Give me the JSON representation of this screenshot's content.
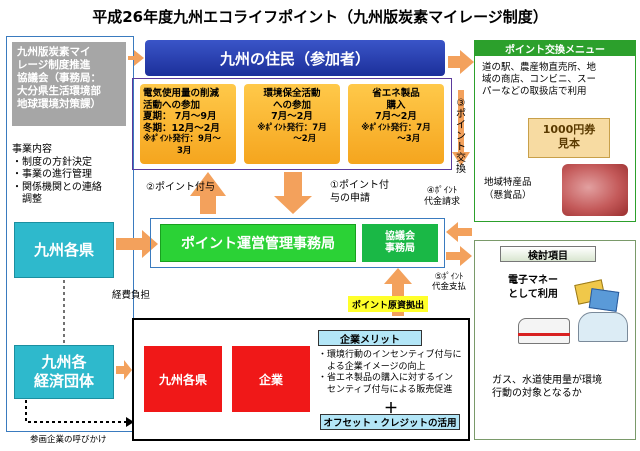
{
  "title": "平成26年度九州エコライフポイント（九州版炭素マイレージ制度）",
  "left": {
    "council_lines": [
      "九州版炭素マイ",
      "レージ制度推進",
      "協議会（事務局：",
      "大分県生活環境部",
      "地球環境対策課）"
    ],
    "business_lines": [
      "事業内容",
      "・制度の方針決定",
      "・事業の進行管理",
      "・関係機関との連絡",
      "　調整"
    ],
    "prefectures": "九州各県",
    "econ_lines": [
      "九州各",
      "経済団体"
    ],
    "call_label": "参画企業の呼びかけ",
    "cost_label": "経費負担"
  },
  "banner": "九州の住民（参加者）",
  "activities": [
    {
      "lines": [
        "電気使用量の削減",
        "活動への参加",
        "夏期： 7月～9月",
        "冬期：12月～2月"
      ],
      "notes": [
        "※ﾎﾟｲﾝﾄ発行：9月～",
        "　　　　3月"
      ]
    },
    {
      "lines": [
        "環境保全活動",
        "への参加",
        "7月～2月"
      ],
      "notes": [
        "※ﾎﾟｲﾝﾄ発行：7月",
        "　　　～2月"
      ]
    },
    {
      "lines": [
        "省エネ製品",
        "購入",
        "7月～2月"
      ],
      "notes": [
        "※ﾎﾟｲﾝﾄ発行：7月",
        "　　　～3月"
      ]
    }
  ],
  "flow": {
    "grant": "②ポイント付与",
    "apply": [
      "①ポイント付",
      "与の申請"
    ],
    "exchange": [
      "③",
      "ポ",
      "イ",
      "ン",
      "ト",
      "交",
      "換"
    ],
    "claim": [
      "④ﾎﾟｲﾝﾄ",
      "代金請求"
    ],
    "pay": [
      "⑤ﾎﾟｲﾝﾄ",
      "代金支払"
    ],
    "fund": "ポイント原資拠出"
  },
  "office": "ポイント運営管理事務局",
  "council_office": [
    "協議会",
    "事務局"
  ],
  "bottom": {
    "box1": "九州各県",
    "box2": "企業",
    "merit_title": "企業メリット",
    "merits": [
      "・環境行動のインセンティブ付与に",
      "　よる企業イメージの向上",
      "・省エネ製品の購入に対するイン",
      "　センティブ付与による販売促進"
    ],
    "plus": "＋",
    "offset": "オフセット・クレジットの活用"
  },
  "right": {
    "menu_title": "ポイント交換メニュー",
    "exchange_lines": [
      "道の駅、農産物直売所、地",
      "域の商店、コンビニ、スー",
      "パーなどの取扱店で利用"
    ],
    "voucher_lines": [
      "1000円券",
      "見本"
    ],
    "local_lines": [
      "地域特産品",
      "（懸賞品）"
    ],
    "review_title": "検討項目",
    "emoney_lines": [
      "電子マネー",
      "として利用"
    ],
    "gas_lines": [
      "ガス、水道使用量が環境",
      "行動の対象となるか"
    ]
  },
  "colors": {
    "frame_blue": "#3a7bbf",
    "banner_blue": "#1c2f9a",
    "orange": "#f5a51e",
    "teal": "#2eb9cc",
    "green": "#2bd236",
    "red": "#f01818",
    "light_blue": "#b3e6f7",
    "yellow": "#ffff2a",
    "arrow": "#f3a15c"
  }
}
